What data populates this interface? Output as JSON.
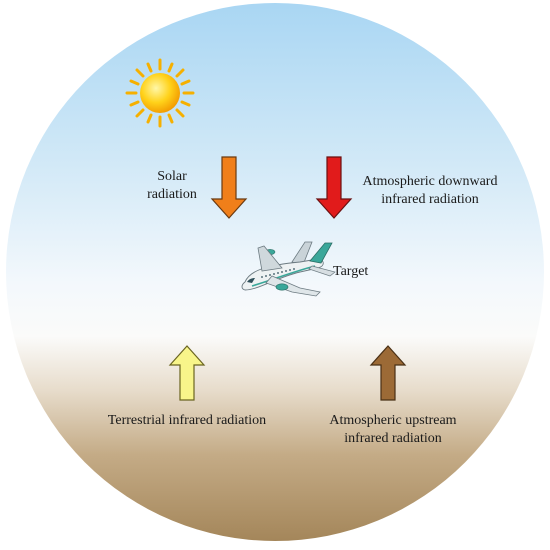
{
  "labels": {
    "solar_line1": "Solar",
    "solar_line2": "radiation",
    "atm_down_line1": "Atmospheric downward",
    "atm_down_line2": "infrared radiation",
    "target": "Target",
    "terrestrial": "Terrestrial infrared radiation",
    "atm_up_line1": "Atmospheric upstream",
    "atm_up_line2": "infrared radiation"
  },
  "arrows": {
    "solar": {
      "direction": "down",
      "color": "#f07f1a"
    },
    "atm_down": {
      "direction": "down",
      "color": "#e11b1b"
    },
    "terrestrial": {
      "direction": "up",
      "color": "#f8f58a"
    },
    "atm_up": {
      "direction": "up",
      "color": "#9c6a36"
    }
  },
  "icons": {
    "sun": "sun-icon",
    "airplane": "airplane-icon"
  },
  "colors": {
    "sky_top": "#a9d6f3",
    "sky_mid": "#e9f4fb",
    "ground": "#a88a5f"
  }
}
